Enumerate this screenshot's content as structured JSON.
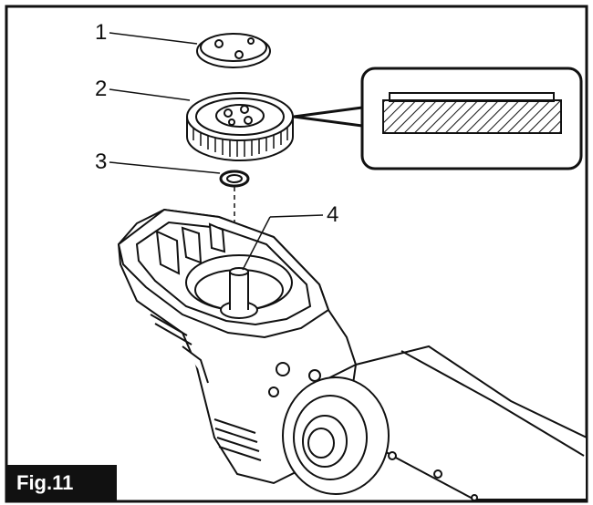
{
  "figure": {
    "label": "Fig.11",
    "callouts": [
      "1",
      "2",
      "3",
      "4"
    ]
  },
  "colors": {
    "ink": "#111111",
    "paper": "#ffffff",
    "shade": "#d8d8d8"
  }
}
